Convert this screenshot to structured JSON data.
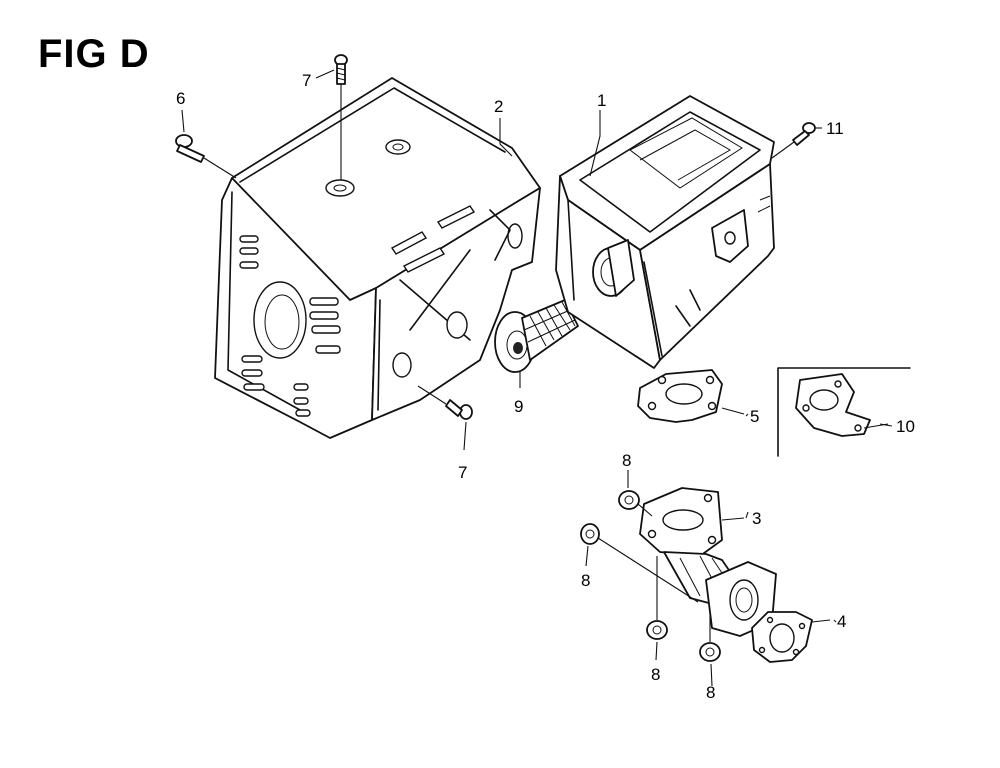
{
  "figure": {
    "title": "FIG D"
  },
  "callouts": [
    {
      "id": "c1",
      "label": "1"
    },
    {
      "id": "c2",
      "label": "2"
    },
    {
      "id": "c3",
      "label": "3"
    },
    {
      "id": "c4",
      "label": "4"
    },
    {
      "id": "c5",
      "label": "5"
    },
    {
      "id": "c6",
      "label": "6"
    },
    {
      "id": "c7a",
      "label": "7"
    },
    {
      "id": "c7b",
      "label": "7"
    },
    {
      "id": "c8a",
      "label": "8"
    },
    {
      "id": "c8b",
      "label": "8"
    },
    {
      "id": "c8c",
      "label": "8"
    },
    {
      "id": "c8d",
      "label": "8"
    },
    {
      "id": "c9",
      "label": "9"
    },
    {
      "id": "c10",
      "label": "10"
    },
    {
      "id": "c11",
      "label": "11"
    }
  ]
}
